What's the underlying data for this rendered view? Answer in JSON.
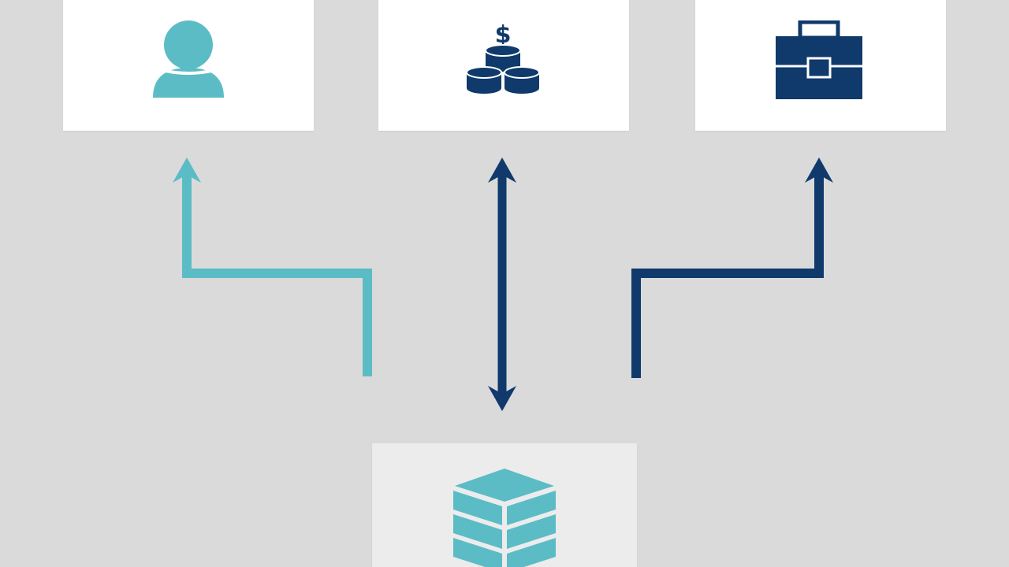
{
  "colors": {
    "teal": "#5bbcc6",
    "navy": "#0f3a6b",
    "background": "#dadada",
    "card": "#ffffff",
    "card_muted": "#ececec"
  },
  "nodes": [
    {
      "id": "user",
      "icon": "user-icon",
      "color": "teal"
    },
    {
      "id": "money",
      "icon": "coin-stack-dollar-icon",
      "color": "navy"
    },
    {
      "id": "business",
      "icon": "briefcase-icon",
      "color": "navy"
    },
    {
      "id": "database",
      "icon": "database-layers-icon",
      "color": "teal"
    }
  ],
  "edges": [
    {
      "from": "database",
      "to": "user",
      "direction": "to",
      "color": "teal"
    },
    {
      "from": "database",
      "to": "money",
      "direction": "both",
      "color": "navy"
    },
    {
      "from": "database",
      "to": "business",
      "direction": "to",
      "color": "navy"
    }
  ]
}
